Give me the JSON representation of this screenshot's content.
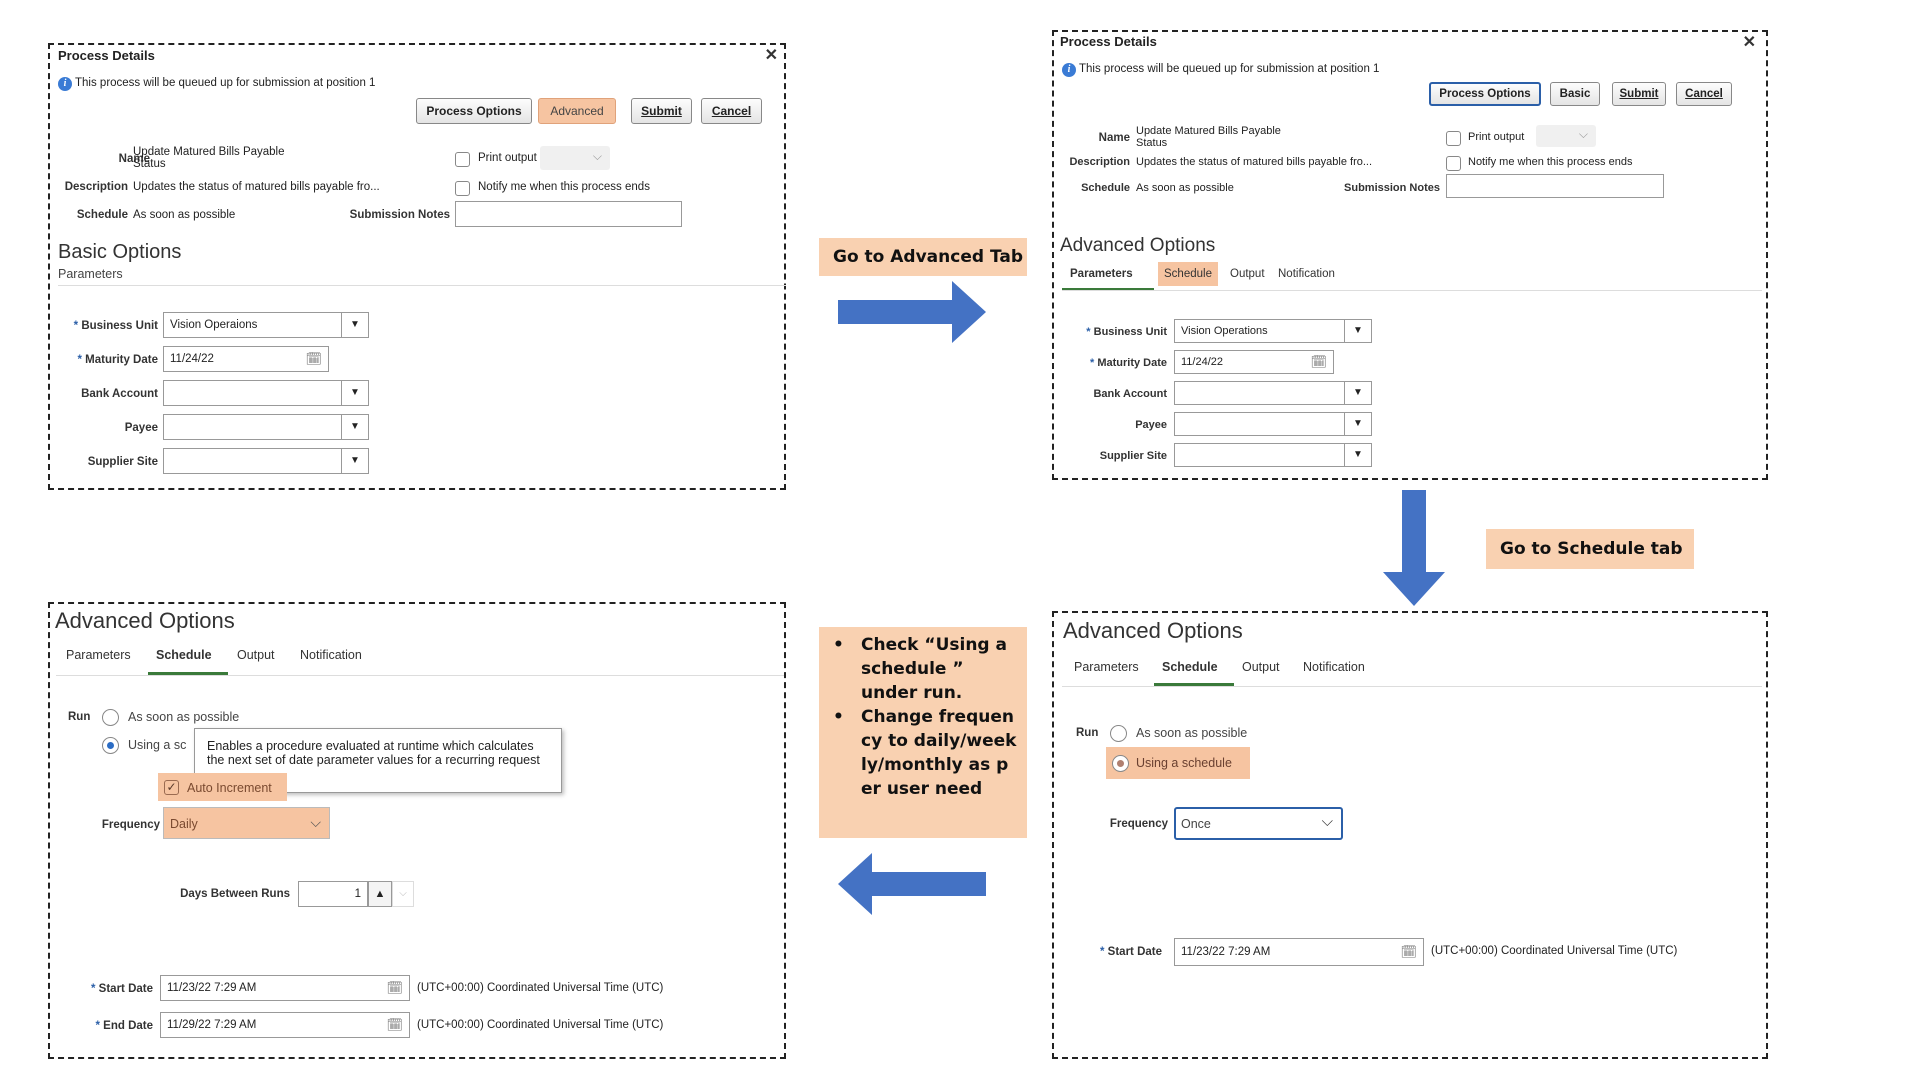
{
  "colors": {
    "highlight": "#f6c4a1",
    "callout": "#f9d1b1",
    "arrow": "#4472c4",
    "active_tab": "#3a7a3a",
    "required": "#2b5fa8"
  },
  "common": {
    "dialog_title": "Process Details",
    "queue_msg": "This process will be queued up for submission at position 1",
    "process_options": "Process Options",
    "advanced": "Advanced",
    "basic": "Basic",
    "submit": "Submit",
    "cancel": "Cancel",
    "name_label": "Name",
    "name_value_1": "Update Matured Bills Payable",
    "name_value_2": "Status",
    "desc_label": "Description",
    "desc_value": "Updates the status of matured bills payable fro...",
    "schedule_label": "Schedule",
    "schedule_value": "As soon as possible",
    "print_output": "Print output",
    "notify": "Notify me when this process ends",
    "submission_notes": "Submission Notes",
    "basic_options": "Basic Options",
    "advanced_options": "Advanced Options",
    "parameters_sub": "Parameters",
    "tabs": [
      "Parameters",
      "Schedule",
      "Output",
      "Notification"
    ],
    "business_unit": "Business Unit",
    "maturity_date": "Maturity Date",
    "bank_account": "Bank Account",
    "payee": "Payee",
    "supplier_site": "Supplier Site",
    "maturity_value": "11/24/22",
    "close": "✕"
  },
  "panel1": {
    "business_unit_value": "Vision Operaions"
  },
  "panel2": {
    "business_unit_value": "Vision Operations"
  },
  "panel3": {
    "run": "Run",
    "as_soon": "As soon as possible",
    "using_trunc": "Using a sc",
    "tooltip": "Enables a procedure evaluated at runtime which calculates the next set of date parameter values for a recurring request",
    "auto_increment": "Auto Increment",
    "frequency": "Frequency",
    "frequency_value": "Daily",
    "days_between": "Days Between Runs",
    "days_value": "1",
    "start_date": "Start Date",
    "start_value": "11/23/22 7:29 AM",
    "end_date": "End Date",
    "end_value": "11/29/22 7:29 AM",
    "timezone": "(UTC+00:00) Coordinated Universal Time (UTC)"
  },
  "panel4": {
    "run": "Run",
    "as_soon": "As soon as possible",
    "using": "Using a schedule",
    "frequency": "Frequency",
    "frequency_value": "Once",
    "start_date": "Start Date",
    "start_value": "11/23/22 7:29 AM",
    "timezone": "(UTC+00:00) Coordinated Universal Time (UTC)"
  },
  "callouts": {
    "c1": "Go to Advanced Tab",
    "c2": "Go to Schedule tab",
    "c3": [
      "Check “Using a schedule ” under run.",
      "Change frequency to daily/weekly/monthly as per user need"
    ]
  }
}
